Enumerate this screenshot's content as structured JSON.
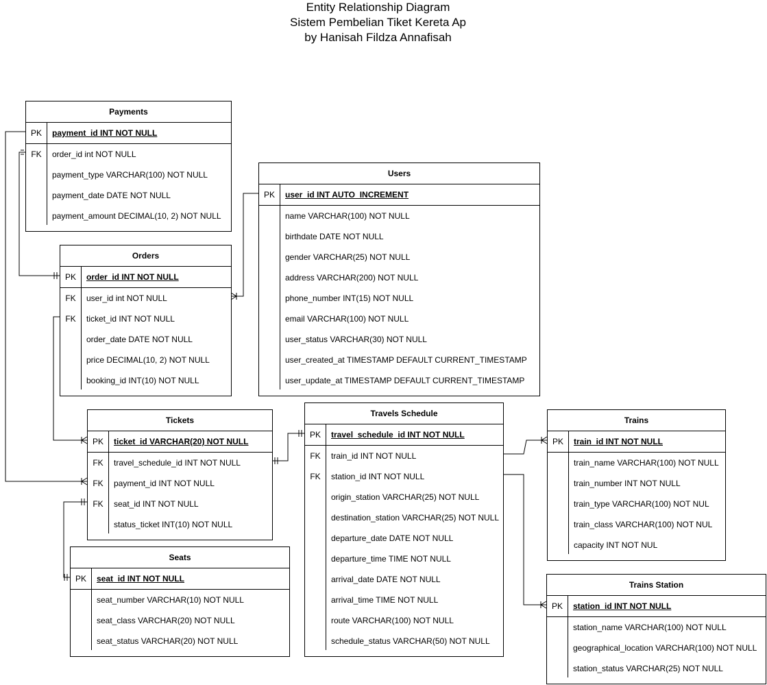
{
  "diagram": {
    "title_lines": [
      "Entity Relationship Diagram",
      "Sistem Pembelian Tiket Kereta Ap",
      "by Hanisah Fildza Annafisah"
    ],
    "entities": {
      "payments": {
        "name": "Payments",
        "rows": [
          {
            "key": "PK",
            "text": "payment_id INT NOT NULL"
          },
          {
            "key": "FK",
            "text": "order_id int NOT NULL"
          },
          {
            "key": "",
            "text": "payment_type VARCHAR(100) NOT NULL"
          },
          {
            "key": "",
            "text": "payment_date DATE NOT NULL"
          },
          {
            "key": "",
            "text": "payment_amount DECIMAL(10, 2) NOT NULL"
          }
        ]
      },
      "users": {
        "name": "Users",
        "rows": [
          {
            "key": "PK",
            "text": "user_id INT AUTO_INCREMENT"
          },
          {
            "key": "",
            "text": "name VARCHAR(100) NOT NULL"
          },
          {
            "key": "",
            "text": "birthdate DATE NOT NULL"
          },
          {
            "key": "",
            "text": "gender VARCHAR(25) NOT NULL"
          },
          {
            "key": "",
            "text": "address VARCHAR(200) NOT NULL"
          },
          {
            "key": "",
            "text": "phone_number INT(15) NOT NULL"
          },
          {
            "key": "",
            "text": "email VARCHAR(100) NOT NULL"
          },
          {
            "key": "",
            "text": "user_status VARCHAR(30) NOT NULL"
          },
          {
            "key": "",
            "text": "user_created_at TIMESTAMP DEFAULT CURRENT_TIMESTAMP"
          },
          {
            "key": "",
            "text": "user_update_at TIMESTAMP DEFAULT CURRENT_TIMESTAMP"
          }
        ]
      },
      "orders": {
        "name": "Orders",
        "rows": [
          {
            "key": "PK",
            "text": "order_id INT NOT NULL"
          },
          {
            "key": "FK",
            "text": "user_id int NOT NULL"
          },
          {
            "key": "FK",
            "text": "ticket_id INT NOT NULL"
          },
          {
            "key": "",
            "text": "order_date DATE NOT NULL"
          },
          {
            "key": "",
            "text": "price DECIMAL(10, 2) NOT NULL"
          },
          {
            "key": "",
            "text": "booking_id INT(10) NOT NULL"
          }
        ]
      },
      "tickets": {
        "name": "Tickets",
        "rows": [
          {
            "key": "PK",
            "text": "ticket_id VARCHAR(20) NOT NULL"
          },
          {
            "key": "FK",
            "text": "travel_schedule_id INT NOT NULL"
          },
          {
            "key": "FK",
            "text": "payment_id INT NOT NULL"
          },
          {
            "key": "FK",
            "text": "seat_id INT NOT NULL"
          },
          {
            "key": "",
            "text": "status_ticket INT(10) NOT NULL"
          }
        ]
      },
      "travels_schedule": {
        "name": "Travels Schedule",
        "rows": [
          {
            "key": "PK",
            "text": "travel_schedule_id INT NOT NULL"
          },
          {
            "key": "FK",
            "text": "train_id INT NOT NULL"
          },
          {
            "key": "FK",
            "text": "station_id INT NOT NULL"
          },
          {
            "key": "",
            "text": "origin_station VARCHAR(25) NOT NULL"
          },
          {
            "key": "",
            "text": "destination_station VARCHAR(25) NOT NULL"
          },
          {
            "key": "",
            "text": "departure_date DATE NOT NULL"
          },
          {
            "key": "",
            "text": "departure_time TIME NOT NULL"
          },
          {
            "key": "",
            "text": "arrival_date DATE NOT NULL"
          },
          {
            "key": "",
            "text": "arrival_time TIME NOT NULL"
          },
          {
            "key": "",
            "text": "route  VARCHAR(100) NOT NULL"
          },
          {
            "key": "",
            "text": "schedule_status VARCHAR(50) NOT NULL"
          }
        ]
      },
      "trains": {
        "name": "Trains",
        "rows": [
          {
            "key": "PK",
            "text": "train_id INT NOT NULL"
          },
          {
            "key": "",
            "text": "train_name VARCHAR(100) NOT NULL"
          },
          {
            "key": "",
            "text": "train_number INT NOT NULL"
          },
          {
            "key": "",
            "text": "train_type VARCHAR(100) NOT NUL"
          },
          {
            "key": "",
            "text": "train_class VARCHAR(100) NOT NUL"
          },
          {
            "key": "",
            "text": "capacity INT NOT NUL"
          }
        ]
      },
      "seats": {
        "name": "Seats",
        "rows": [
          {
            "key": "PK",
            "text": "seat_id INT NOT NULL"
          },
          {
            "key": "",
            "text": "seat_number VARCHAR(10) NOT NULL"
          },
          {
            "key": "",
            "text": "seat_class VARCHAR(20) NOT NULL"
          },
          {
            "key": "",
            "text": "seat_status VARCHAR(20) NOT NULL"
          }
        ]
      },
      "trains_station": {
        "name": "Trains Station",
        "rows": [
          {
            "key": "PK",
            "text": "station_id INT NOT NULL"
          },
          {
            "key": "",
            "text": "station_name VARCHAR(100) NOT NULL"
          },
          {
            "key": "",
            "text": "geographical_location VARCHAR(100) NOT NULL"
          },
          {
            "key": "",
            "text": "station_status VARCHAR(25) NOT NULL"
          }
        ]
      }
    }
  }
}
